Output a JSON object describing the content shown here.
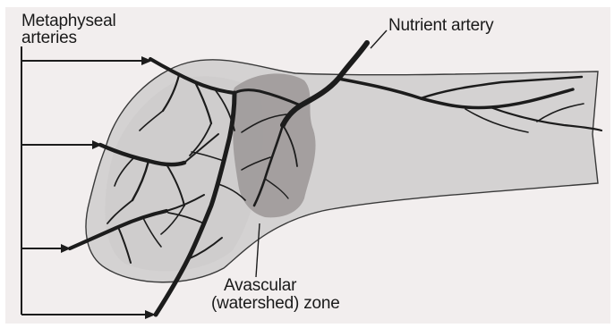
{
  "labels": {
    "metaphyseal_line1": "Metaphyseal",
    "metaphyseal_line2": "arteries",
    "nutrient_artery": "Nutrient artery",
    "zone_line1": "Avascular",
    "zone_line2": "(watershed) zone"
  },
  "colors": {
    "background": "#ffffff",
    "paper": "#f2eeee",
    "bone_fill": "#d4d2d2",
    "watershed_fill": "#9b9797",
    "vessel": "#1c1c1c",
    "outline": "#3a3a3a"
  },
  "icons": {
    "arrow": "right-arrow-icon"
  }
}
